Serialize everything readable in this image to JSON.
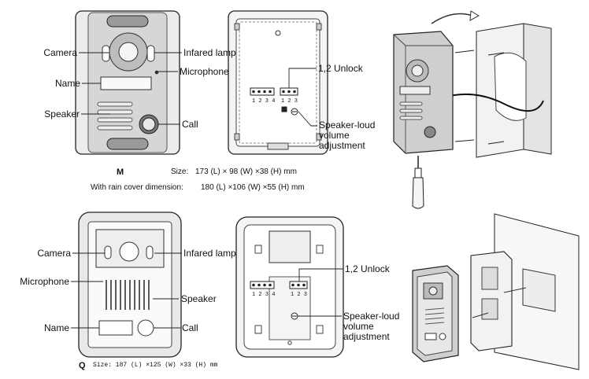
{
  "model_m": {
    "id": "M",
    "labels": {
      "camera": "Camera",
      "infrared_lamp": "Infared lamp",
      "name": "Name",
      "microphone": "Microphone",
      "speaker": "Speaker",
      "call": "Call"
    },
    "back": {
      "terminal_left": "1 2 3 4",
      "terminal_right": "1 2 3",
      "unlock": "1,2 Unlock",
      "volume_line1": "Speaker-loud",
      "volume_line2": "volume",
      "volume_line3": "adjustment"
    },
    "size_label": "Size:",
    "size_text": "173 (L) × 98 (W) ×38 (H) mm",
    "rain_cover_label": "With rain cover dimension:",
    "rain_cover_text": "180 (L) ×106 (W) ×55 (H) mm"
  },
  "model_q": {
    "id": "Q",
    "labels": {
      "camera": "Camera",
      "infrared_lamp": "Infared lamp",
      "microphone": "Microphone",
      "speaker": "Speaker",
      "name": "Name",
      "call": "Call"
    },
    "back": {
      "terminal_left": "1 2 3 4",
      "terminal_right": "1 2 3",
      "unlock": "1,2 Unlock",
      "volume_line1": "Speaker-loud",
      "volume_line2": "volume",
      "volume_line3": "adjustment"
    },
    "size_text": "Size: 187 (L) ×125 (W) ×33 (H) mm"
  },
  "colors": {
    "line": "#222222",
    "body_m": "#d9d9d9",
    "panel_dark": "#8a8a8a",
    "q_face": "#e6e6e6",
    "wall": "#f2f2f2"
  },
  "icons": [
    "curved-arrow-icon",
    "screw-icon",
    "screwdriver-icon",
    "potentiometer-icon"
  ]
}
